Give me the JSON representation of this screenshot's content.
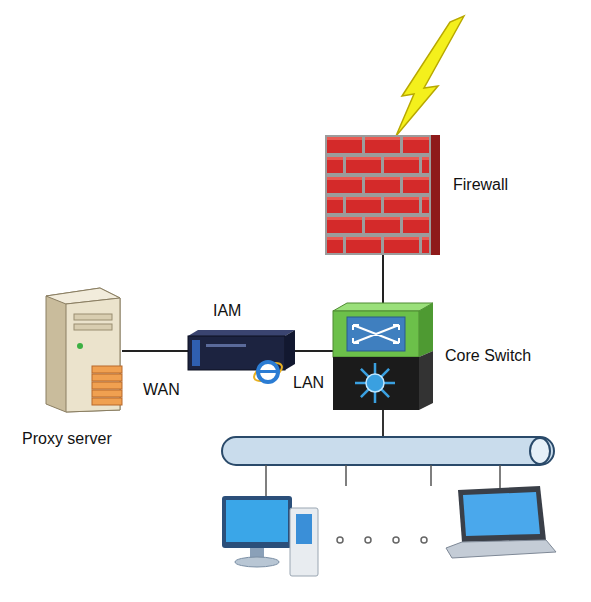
{
  "diagram": {
    "nodes": [
      {
        "text": [
          "Firewall"
        ]
      },
      {
        "text": [
          "Proxy server"
        ]
      },
      {
        "text": [
          "IAM"
        ]
      },
      {
        "text": [
          "Core Switch"
        ]
      }
    ],
    "edges": [
      {
        "from": 0,
        "to": 3,
        "arrow": "none"
      },
      {
        "from": 1,
        "to": 2,
        "label": "WAN",
        "arrow": "none"
      },
      {
        "from": 2,
        "to": 3,
        "label": "LAN",
        "arrow": "none"
      }
    ]
  }
}
